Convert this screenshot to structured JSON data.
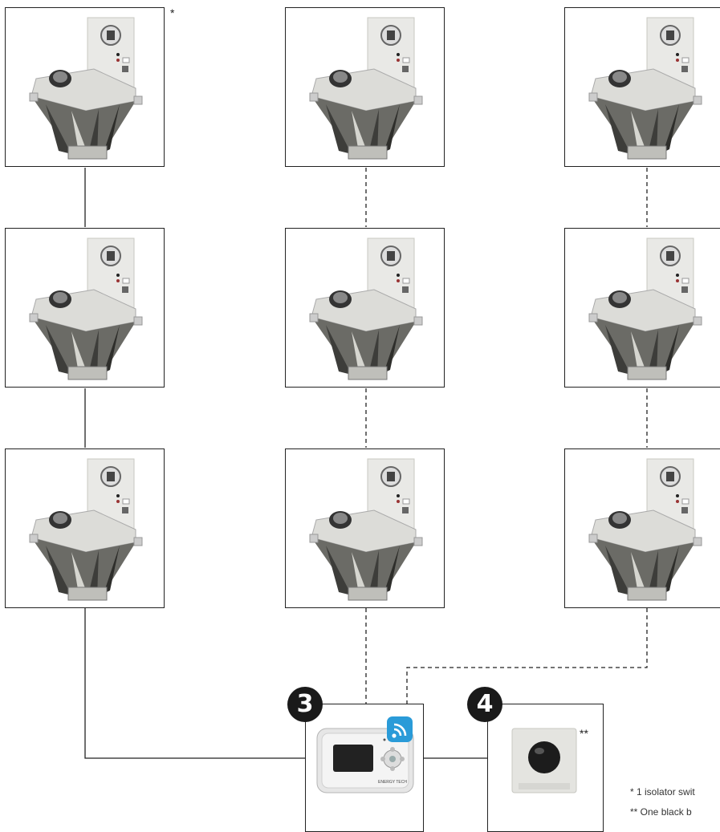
{
  "markers": {
    "unit_note": "*",
    "sensor_note": "**"
  },
  "badges": {
    "controller": "3",
    "sensor": "4"
  },
  "controller": {
    "brand_text": "ENERGY TECH"
  },
  "notes": {
    "line1": "* 1 isolator swit",
    "line2": "** One black b"
  },
  "icons": {
    "wifi": "wifi-icon"
  }
}
